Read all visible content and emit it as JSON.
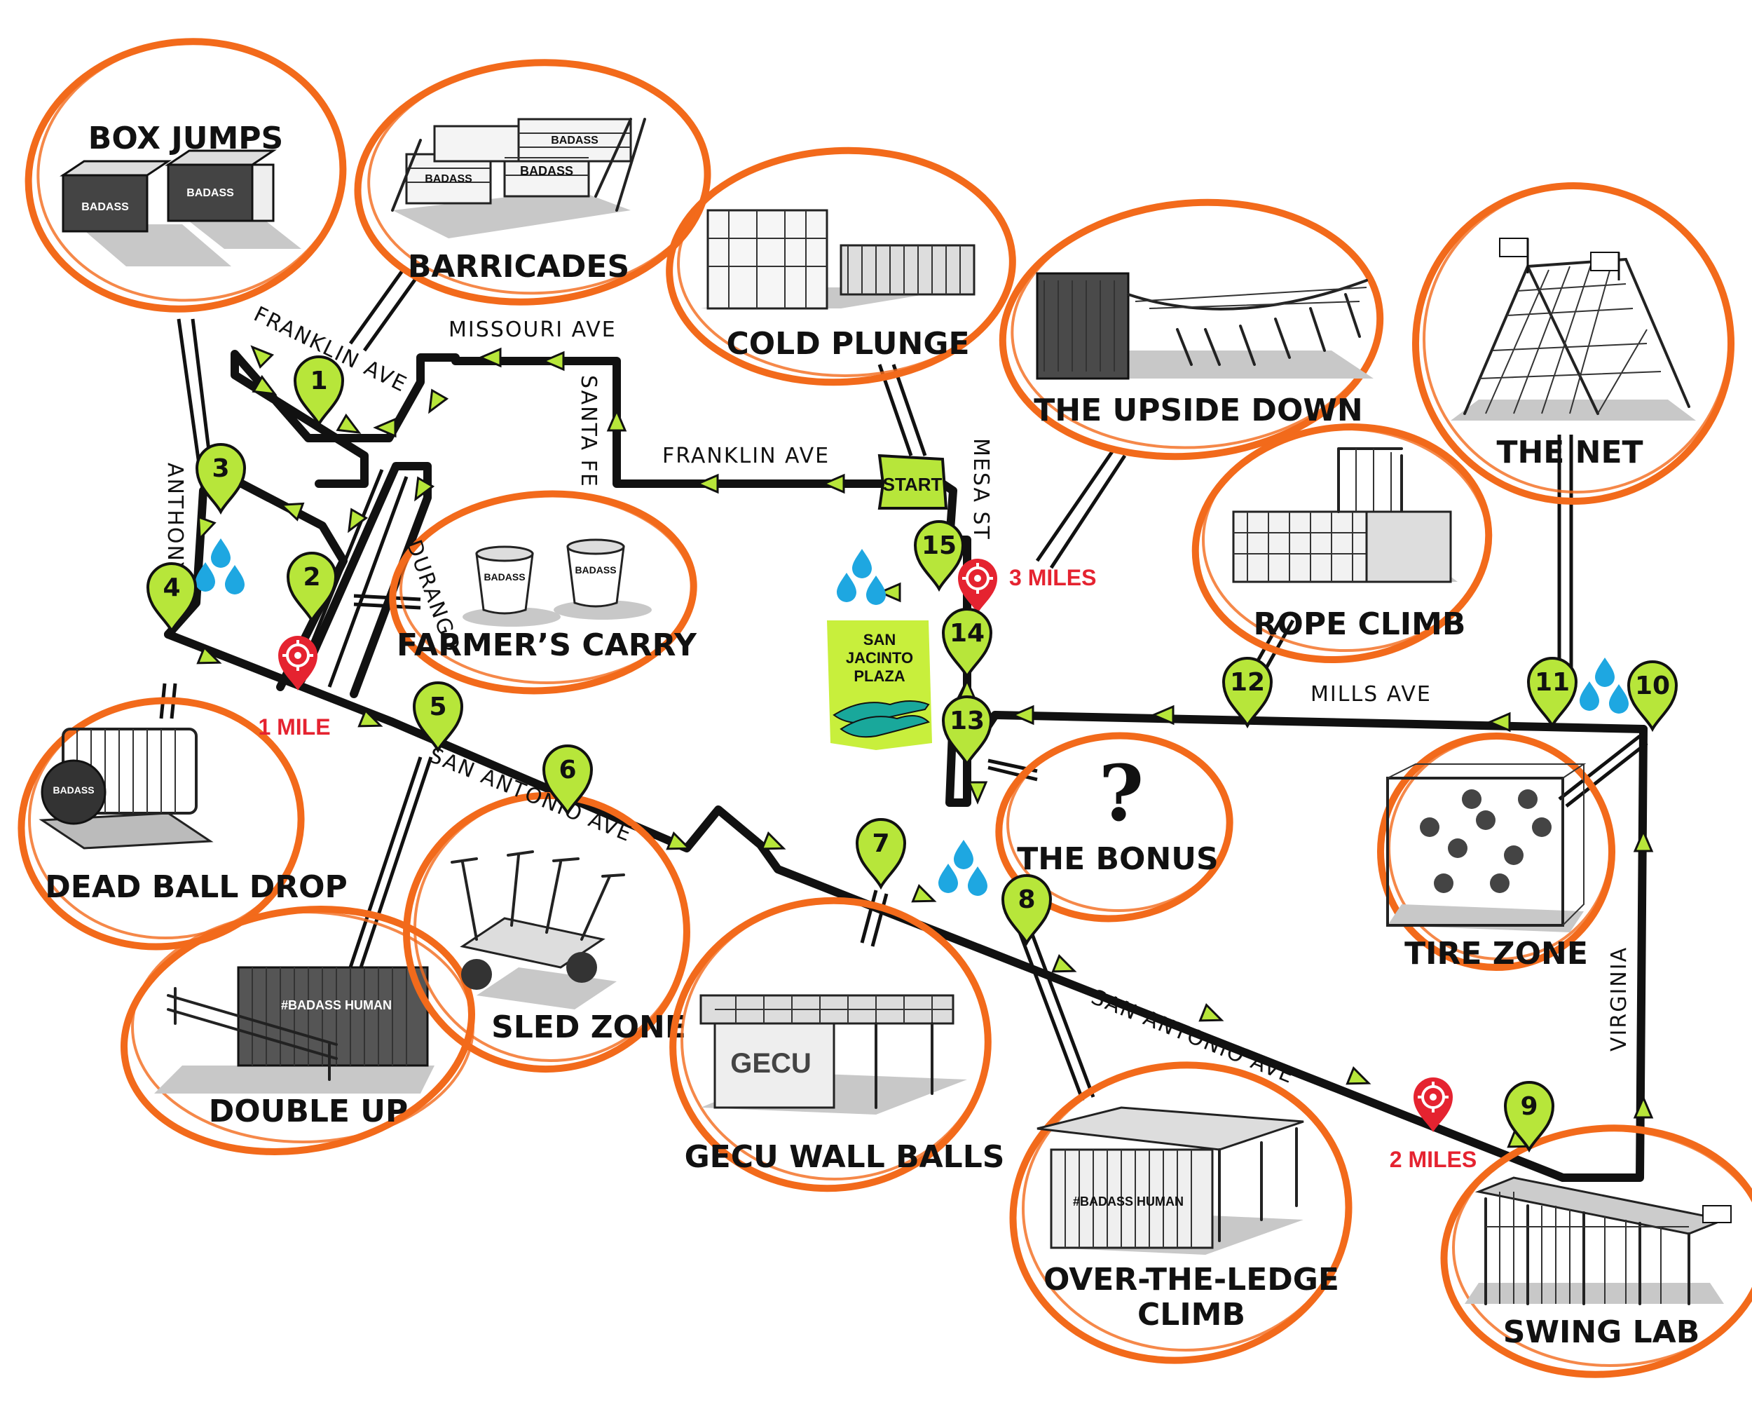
{
  "colors": {
    "ring": "#f26a1b",
    "route": "#111111",
    "marker": "#b7e63a",
    "mile_pin": "#e52330",
    "water": "#1ea7e1",
    "plaza": "#c8ef3c"
  },
  "stations": [
    {
      "id": "box-jumps",
      "label": "BOX JUMPS"
    },
    {
      "id": "barricades",
      "label": "BARRICADES"
    },
    {
      "id": "cold-plunge",
      "label": "COLD PLUNGE"
    },
    {
      "id": "upside-down",
      "label": "THE UPSIDE DOWN"
    },
    {
      "id": "the-net",
      "label": "THE NET"
    },
    {
      "id": "rope-climb",
      "label": "ROPE CLIMB"
    },
    {
      "id": "farmers-carry",
      "label": "FARMER’S CARRY"
    },
    {
      "id": "dead-ball-drop",
      "label": "DEAD BALL DROP"
    },
    {
      "id": "double-up",
      "label": "DOUBLE UP"
    },
    {
      "id": "sled-zone",
      "label": "SLED ZONE"
    },
    {
      "id": "gecu-wall-balls",
      "label": "GECU WALL BALLS"
    },
    {
      "id": "over-the-ledge",
      "label": "OVER-THE-LEDGE",
      "label2": "CLIMB"
    },
    {
      "id": "the-bonus",
      "label": "THE BONUS"
    },
    {
      "id": "tire-zone",
      "label": "TIRE ZONE"
    },
    {
      "id": "swing-lab",
      "label": "SWING LAB"
    }
  ],
  "streets": {
    "franklin_ave_top": "FRANKLIN AVE",
    "missouri_ave": "MISSOURI AVE",
    "santa_fe": "SANTA FE",
    "franklin_ave_mid": "FRANKLIN AVE",
    "mesa_st": "MESA ST",
    "anthony_st": "ANTHONY ST",
    "durango": "DURANGO",
    "san_antonio_ave_1": "SAN ANTONIO AVE",
    "san_antonio_ave_2": "SAN ANTONIO AVE",
    "mills_ave": "MILLS AVE",
    "virginia": "VIRGINIA"
  },
  "markers": [
    "1",
    "2",
    "3",
    "4",
    "5",
    "6",
    "7",
    "8",
    "9",
    "10",
    "11",
    "12",
    "13",
    "14",
    "15"
  ],
  "miles": {
    "one": "1 MILE",
    "two": "2 MILES",
    "three": "3 MILES"
  },
  "start": "START",
  "plaza": {
    "line1": "SAN",
    "line2": "JACINTO",
    "line3": "PLAZA"
  },
  "bonus_symbol": "?",
  "sketch_text": {
    "brand_a": "BADASS",
    "brand_b": "HUMAN",
    "hashtag": "#BADASS HUMAN",
    "gecu": "GECU"
  }
}
